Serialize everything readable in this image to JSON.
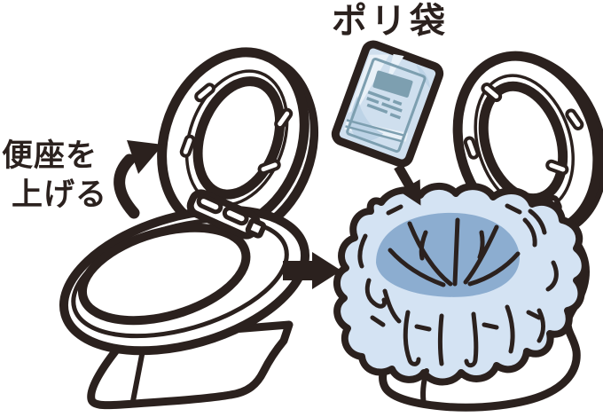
{
  "labels": {
    "lift_seat_line1": "便座を",
    "lift_seat_line2": "上げる",
    "poly_bag": "ポリ袋"
  },
  "icons": {
    "lift_arrow": "curved-up-arrow",
    "step_arrow": "thick-right-arrow",
    "insert_arrow": "down-right-arrow"
  },
  "colors": {
    "ink": "#2b211e",
    "bag_light": "#d4e3f3",
    "bag_mid": "#8cadd0",
    "package_base": "#cfdfee",
    "package_sheen": "#e9f1f8",
    "package_mid": "#bdd3e6",
    "package_accent": "#7d9fb0",
    "background": "#ffffff"
  }
}
